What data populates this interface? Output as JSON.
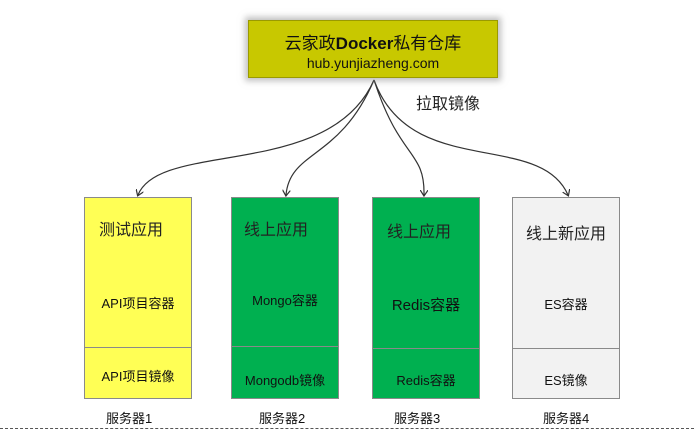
{
  "registry": {
    "title_prefix": "云家政",
    "title_bold": "Docker",
    "title_suffix": "私有仓库",
    "host": "hub.yunjiazheng.com"
  },
  "pull_label": "拉取镜像",
  "servers": [
    {
      "app": "测试应用",
      "container": "API项目容器",
      "image": "API项目镜像",
      "label": "服务器1",
      "fill": "#ffff55"
    },
    {
      "app": "线上应用",
      "container": "Mongo容器",
      "image": "Mongodb镜像",
      "label": "服务器2",
      "fill": "#00b050"
    },
    {
      "app": "线上应用",
      "container": "Redis容器",
      "image": "Redis容器",
      "label": "服务器3",
      "fill": "#00b050"
    },
    {
      "app": "线上新应用",
      "container": "ES容器",
      "image": "ES镜像",
      "label": "服务器4",
      "fill": "#f2f2f2"
    }
  ]
}
